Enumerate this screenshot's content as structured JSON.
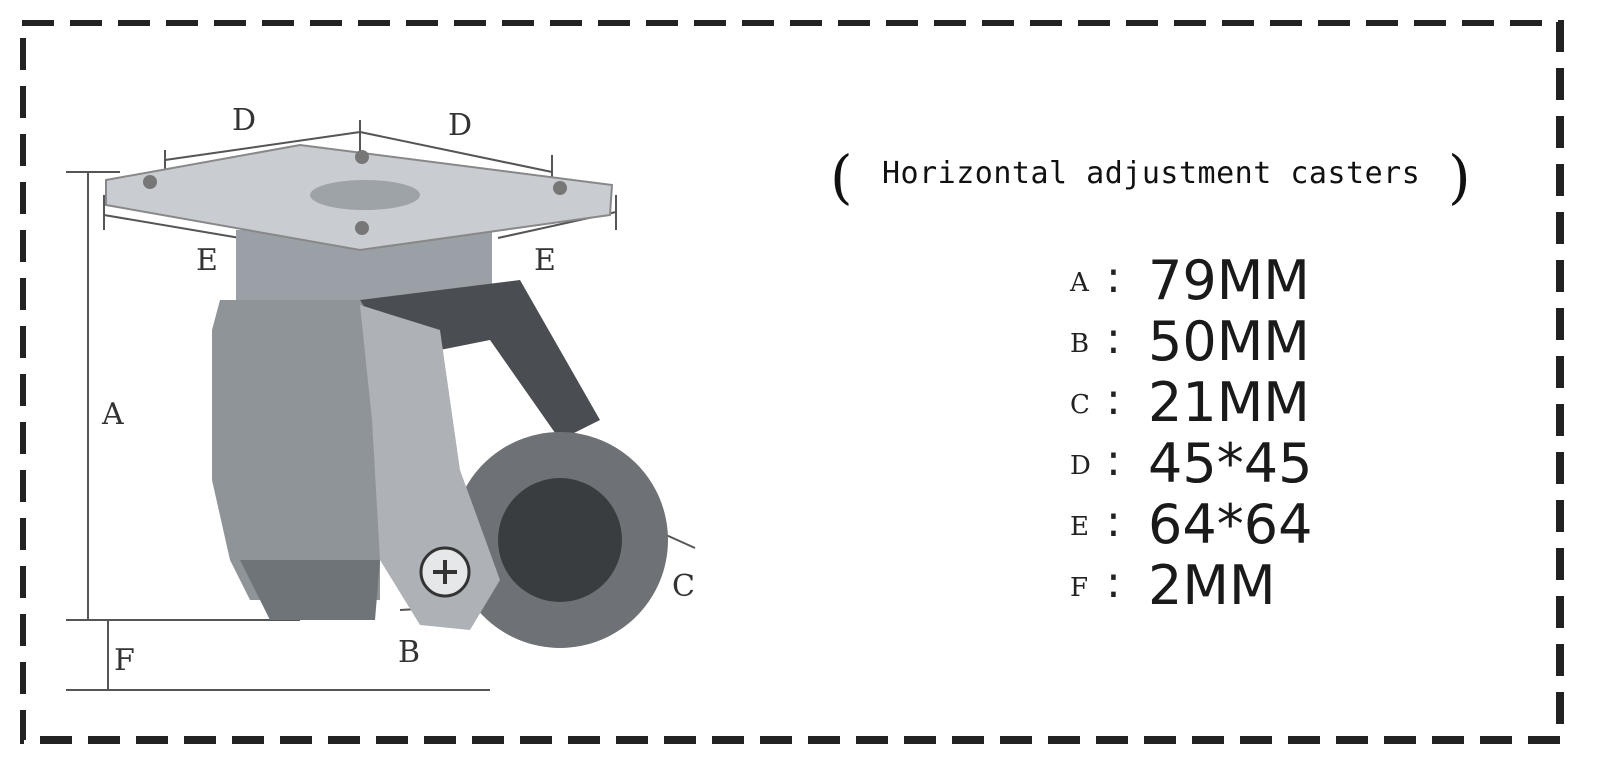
{
  "title": {
    "open_paren": "(",
    "text": "Horizontal adjustment casters",
    "close_paren": ")"
  },
  "diagram_labels": {
    "d_left": "D",
    "d_right": "D",
    "e_left": "E",
    "e_right": "E",
    "a": "A",
    "b": "B",
    "c": "C",
    "f": "F"
  },
  "specs": [
    {
      "key": "A",
      "colon": ":",
      "value": "79MM"
    },
    {
      "key": "B",
      "colon": ":",
      "value": "50MM"
    },
    {
      "key": "C",
      "colon": ":",
      "value": "21MM"
    },
    {
      "key": "D",
      "colon": ":",
      "value": "45*45"
    },
    {
      "key": "E",
      "colon": ":",
      "value": "64*64"
    },
    {
      "key": "F",
      "colon": ":",
      "value": "2MM"
    }
  ],
  "colors": {
    "border": "#222222",
    "plate": "#c9ccd0",
    "body": "#8f9499",
    "wheel": "#6e7277",
    "hub": "#3a3d40"
  }
}
